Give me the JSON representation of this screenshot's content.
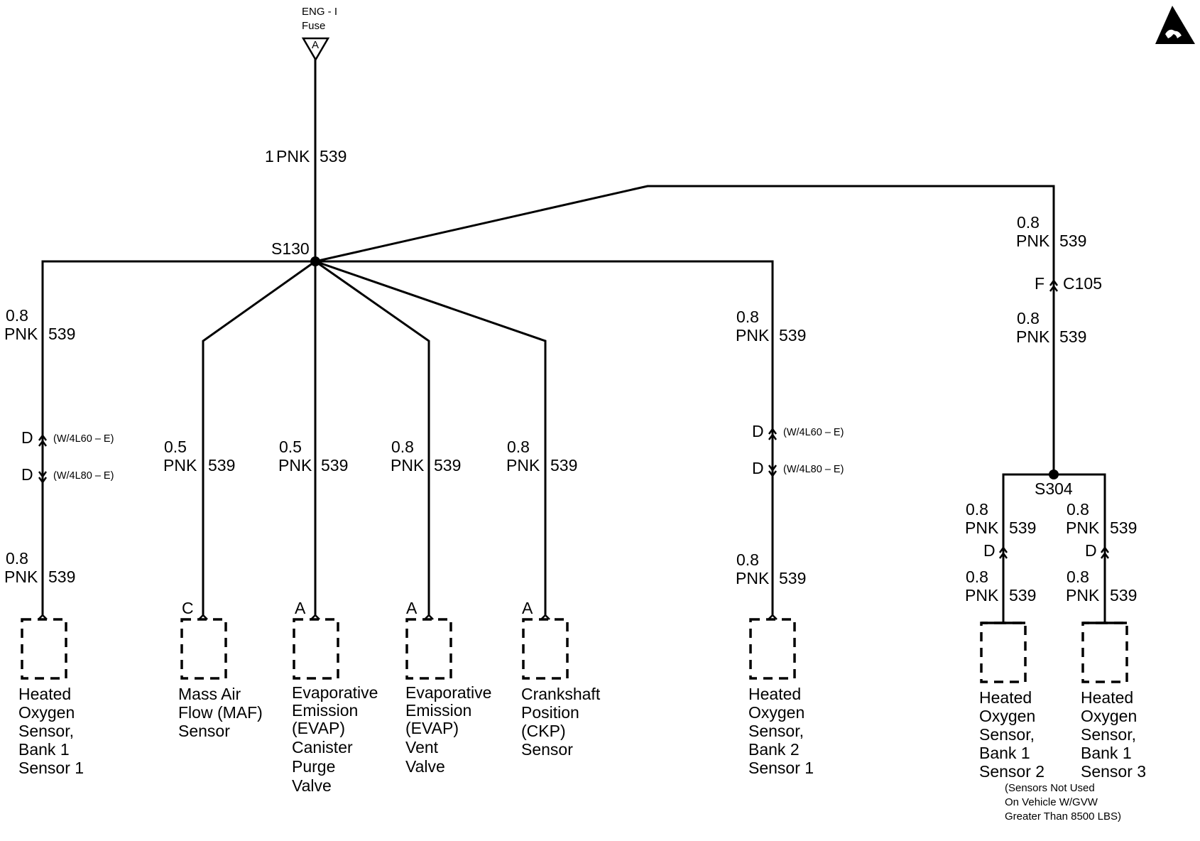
{
  "fuse": {
    "name": "ENG - I",
    "sub": "Fuse",
    "pin": "A"
  },
  "trunk_wire": {
    "size": "1",
    "color": "PNK",
    "circuit": "539"
  },
  "splices": {
    "main": "S130",
    "secondary": "S304"
  },
  "connector_c105": {
    "pin": "F",
    "name": "C105"
  },
  "wire": {
    "size_08": "0.8",
    "size_05": "0.5",
    "color": "PNK",
    "circuit": "539"
  },
  "inline_connectors": {
    "pin": "D",
    "note_4l60": "(W/4L60 – E)",
    "note_4l80": "(W/4L80 – E)"
  },
  "components": [
    {
      "id": "ho2s-b1s1",
      "pin": "",
      "lines": [
        "Heated",
        "Oxygen",
        "Sensor,",
        "Bank 1",
        "Sensor 1"
      ]
    },
    {
      "id": "maf",
      "pin": "C",
      "lines": [
        "Mass Air",
        "Flow (MAF)",
        "Sensor"
      ]
    },
    {
      "id": "evap-purge",
      "pin": "A",
      "lines": [
        "Evaporative",
        "Emission",
        "(EVAP)",
        "Canister",
        "Purge",
        "Valve"
      ]
    },
    {
      "id": "evap-vent",
      "pin": "A",
      "lines": [
        "Evaporative",
        "Emission",
        "(EVAP)",
        "Vent",
        "Valve"
      ]
    },
    {
      "id": "ckp",
      "pin": "A",
      "lines": [
        "Crankshaft",
        "Position",
        "(CKP)",
        "Sensor"
      ]
    },
    {
      "id": "ho2s-b2s1",
      "pin": "",
      "lines": [
        "Heated",
        "Oxygen",
        "Sensor,",
        "Bank 2",
        "Sensor 1"
      ]
    },
    {
      "id": "ho2s-b1s2",
      "pin": "",
      "lines": [
        "Heated",
        "Oxygen",
        "Sensor,",
        "Bank 1",
        "Sensor 2"
      ]
    },
    {
      "id": "ho2s-b1s3",
      "pin": "",
      "lines": [
        "Heated",
        "Oxygen",
        "Sensor,",
        "Bank 1",
        "Sensor 3"
      ]
    }
  ],
  "footnote": [
    "(Sensors Not Used",
    "On Vehicle W/GVW",
    "Greater Than 8500 LBS)"
  ],
  "esd_icon": "esd-warning-icon"
}
